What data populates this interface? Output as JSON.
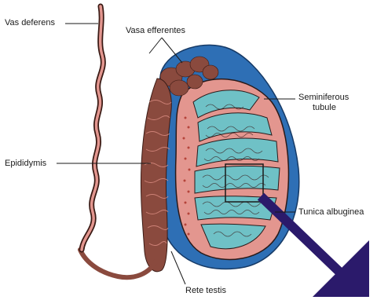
{
  "diagram": {
    "labels": {
      "vas_deferens": "Vas deferens",
      "vasa_efferentes": "Vasa efferentes",
      "seminiferous_line1": "Seminiferous",
      "seminiferous_line2": "tubule",
      "epididymis": "Epididymis",
      "tunica_albuginea": "Tunica albuginea",
      "rete_testis": "Rete testis"
    },
    "colors": {
      "tunica": "#2e6fb5",
      "tissue": "#e3968f",
      "lumen": "#6fc1c6",
      "duct": "#8a4a3e",
      "arrow": "#2b1a6b",
      "line": "#1a1a1a"
    }
  }
}
